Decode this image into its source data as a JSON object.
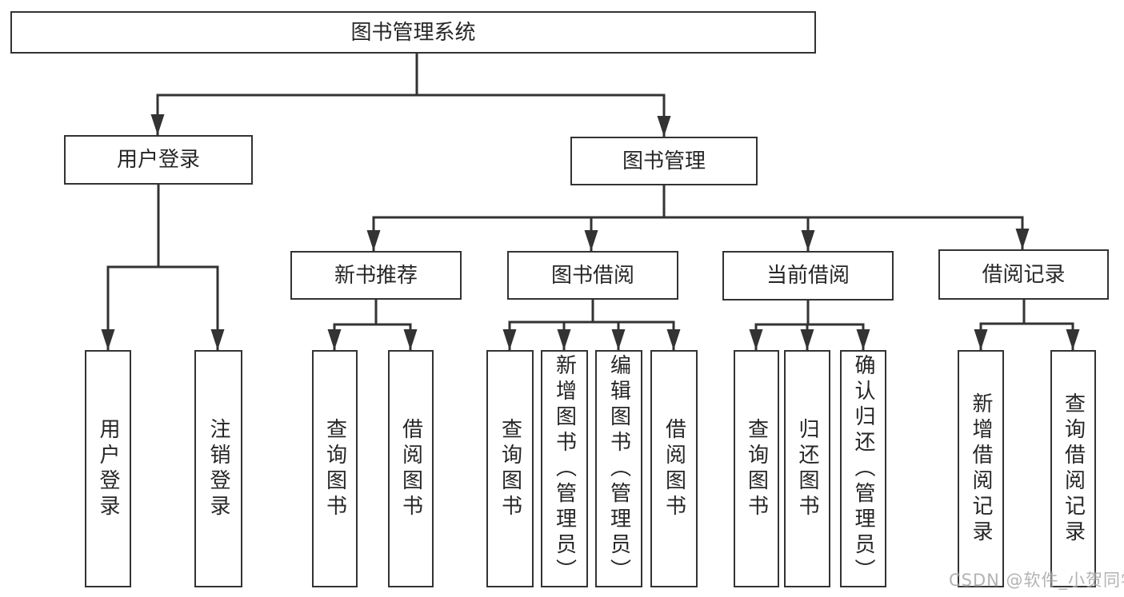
{
  "page": {
    "watermark": "CSDN @软件_小贺同学"
  },
  "colors": {
    "line": "#333333",
    "text": "#262626",
    "bg": "#ffffff",
    "wm": "#a6a6a6"
  },
  "diagram": {
    "type": "hierarchy-tree",
    "root": {
      "label": "图书管理系统"
    },
    "branches": [
      {
        "label": "用户登录",
        "children": [
          {
            "label": "用户登录"
          },
          {
            "label": "注销登录"
          }
        ]
      },
      {
        "label": "图书管理",
        "children": [
          {
            "label": "新书推荐",
            "children": [
              {
                "label": "查询图书"
              },
              {
                "label": "借阅图书"
              }
            ]
          },
          {
            "label": "图书借阅",
            "children": [
              {
                "label": "查询图书"
              },
              {
                "label": "新增图书（管理员）"
              },
              {
                "label": "编辑图书（管理员）"
              },
              {
                "label": "借阅图书"
              }
            ]
          },
          {
            "label": "当前借阅",
            "children": [
              {
                "label": "查询图书"
              },
              {
                "label": "归还图书"
              },
              {
                "label": "确认归还（管理员）"
              }
            ]
          },
          {
            "label": "借阅记录",
            "children": [
              {
                "label": "新增借阅记录"
              },
              {
                "label": "查询借阅记录"
              }
            ]
          }
        ]
      }
    ]
  }
}
